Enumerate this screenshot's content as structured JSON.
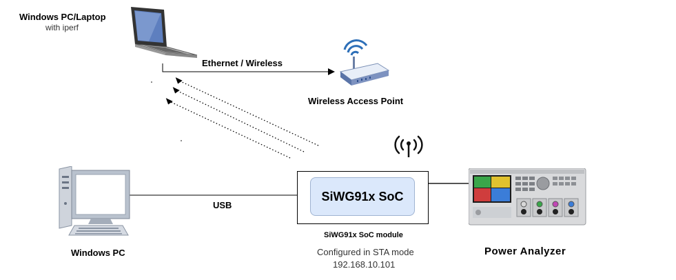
{
  "laptop": {
    "title": "Windows PC/Laptop",
    "subtitle": "with iperf",
    "icon": "laptop-icon"
  },
  "link_ethernet": {
    "label": "Ethernet / Wireless"
  },
  "access_point": {
    "label": "Wireless Access Point",
    "icon": "wireless-router-icon"
  },
  "desktop": {
    "label": "Windows PC",
    "icon": "desktop-computer-icon"
  },
  "link_usb": {
    "label": "USB"
  },
  "soc": {
    "title": "SiWG91x SoC",
    "module_label": "SiWG91x SoC module",
    "mode_line": "Configured in STA mode",
    "ip_line": "192.168.10.101",
    "antenna_icon": "wireless-signal-icon"
  },
  "power_analyzer": {
    "label": "Power Analyzer",
    "icon": "power-analyzer-icon"
  },
  "colors": {
    "soc_fill": "#dbe8fb",
    "soc_border": "#9fb3d1",
    "line": "#000000"
  }
}
